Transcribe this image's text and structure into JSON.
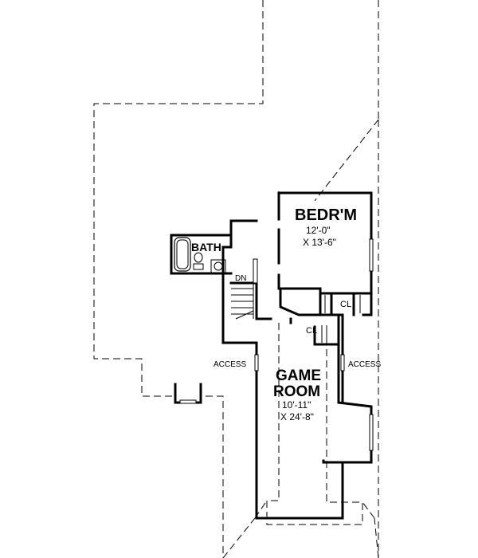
{
  "rooms": {
    "bedroom": {
      "name": "BEDR'M",
      "dim1": "12'-0\"",
      "dim2": "X 13'-6\""
    },
    "game_room": {
      "name_line1": "GAME",
      "name_line2": "ROOM",
      "dim1": "10'-11\"",
      "dim2": "X 24'-8\""
    },
    "bath": {
      "name": "BATH"
    }
  },
  "labels": {
    "closet_1": "CL",
    "closet_2": "CL",
    "access_left": "ACCESS",
    "access_right": "ACCESS",
    "stair_down": "DN"
  }
}
